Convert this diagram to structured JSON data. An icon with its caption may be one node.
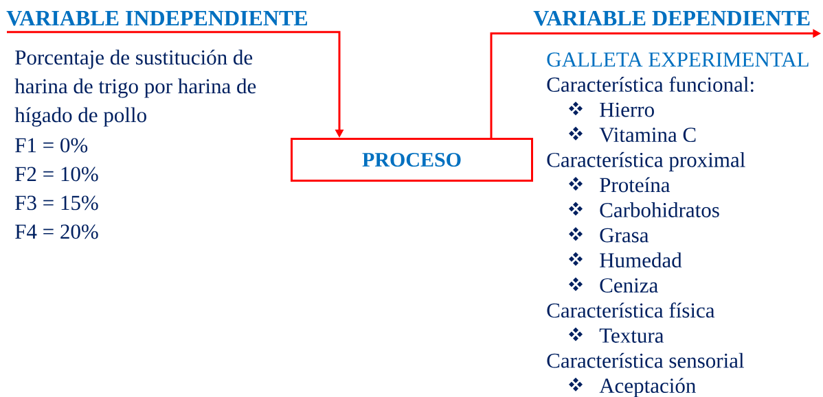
{
  "diagram": {
    "nodes": [
      {
        "text": [
          "VARIABLE INDEPENDIENTE"
        ]
      },
      {
        "text": [
          "PROCESO"
        ]
      },
      {
        "text": [
          "VARIABLE DEPENDIENTE"
        ]
      }
    ],
    "edges": [
      {
        "from": 0,
        "to": 1,
        "arrow": "to"
      },
      {
        "from": 1,
        "to": 2,
        "arrow": "to"
      }
    ],
    "labels": [
      "Porcentaje de sustitución de harina de trigo por harina de hígado de pollo",
      "F1 = 0%",
      "F2 = 10%",
      "F3 = 15%",
      "F4 = 20%",
      "GALLETA EXPERIMENTAL",
      "Característica funcional:",
      "Hierro",
      "Vitamina C",
      "Característica proximal",
      "Proteína",
      "Carbohidratos",
      "Grasa",
      "Humedad",
      "Ceniza",
      "Característica física",
      "Textura",
      "Característica sensorial",
      "Aceptación"
    ]
  }
}
